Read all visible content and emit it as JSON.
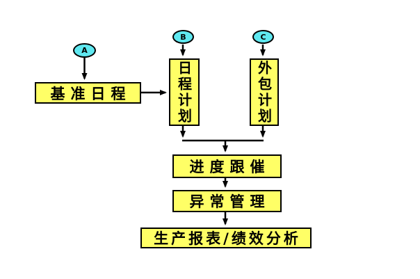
{
  "diagram": {
    "type": "flowchart",
    "background": "#ffffff",
    "colors": {
      "node_fill": "#ffff66",
      "connector_fill": "#5fe8f0",
      "line": "#000000"
    },
    "connectors": [
      {
        "id": "A",
        "label": "A"
      },
      {
        "id": "B",
        "label": "B"
      },
      {
        "id": "C",
        "label": "C"
      }
    ],
    "nodes": [
      {
        "id": "base-schedule",
        "label": "基准日程",
        "orientation": "horizontal"
      },
      {
        "id": "daily-schedule-plan",
        "label": "日程计划",
        "orientation": "vertical"
      },
      {
        "id": "outsourcing-plan",
        "label": "外包计划",
        "orientation": "vertical"
      },
      {
        "id": "progress-tracking",
        "label": "进度跟催",
        "orientation": "horizontal"
      },
      {
        "id": "exception-management",
        "label": "异常管理",
        "orientation": "horizontal"
      },
      {
        "id": "report-analysis",
        "label": "生产报表/绩效分析",
        "orientation": "horizontal"
      }
    ],
    "edges": [
      {
        "from": "A",
        "to": "base-schedule"
      },
      {
        "from": "B",
        "to": "daily-schedule-plan"
      },
      {
        "from": "C",
        "to": "outsourcing-plan"
      },
      {
        "from": "base-schedule",
        "to": "daily-schedule-plan"
      },
      {
        "from": "daily-schedule-plan",
        "to": "progress-tracking"
      },
      {
        "from": "outsourcing-plan",
        "to": "progress-tracking"
      },
      {
        "from": "progress-tracking",
        "to": "exception-management"
      },
      {
        "from": "exception-management",
        "to": "report-analysis"
      }
    ]
  }
}
